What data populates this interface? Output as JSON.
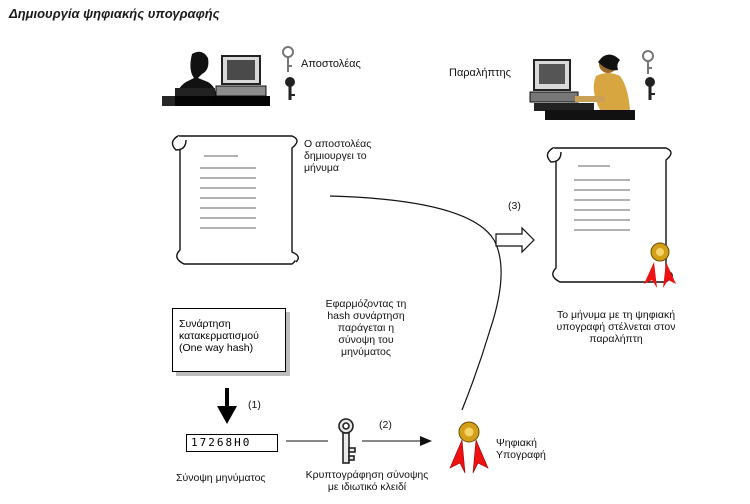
{
  "title": "Δημιουργία ψηφιακής υπογραφής",
  "sender_label": "Αποστολέας",
  "receiver_label": "Παραλήπτης",
  "step_create": [
    "Ο αποστολέας",
    "δημιουργει το",
    "μήνυμα"
  ],
  "step_hash_desc": [
    "Εφαρμόζοντας τη",
    "hash συνάρτηση",
    "παράγεται η",
    "σύνοψη του",
    "μηνύματος"
  ],
  "hash_box": [
    "Συνάρτηση",
    "κατακερματισμού",
    "(One way hash)"
  ],
  "step1": "(1)",
  "step2": "(2)",
  "step3": "(3)",
  "digest_value": "17268H0",
  "digest_label": "Σύνοψη μηνύματος",
  "encrypt_label": [
    "Κρυπτογράφηση σύνοψης",
    "με ιδιωτικό κλειδί"
  ],
  "signature_label": [
    "Ψηφιακή",
    "Υπογραφή"
  ],
  "sent_label": [
    "Το μήνυμα με τη ψηφιακή",
    "υπογραφή στέλνεται στον",
    "παραλήπτη"
  ]
}
